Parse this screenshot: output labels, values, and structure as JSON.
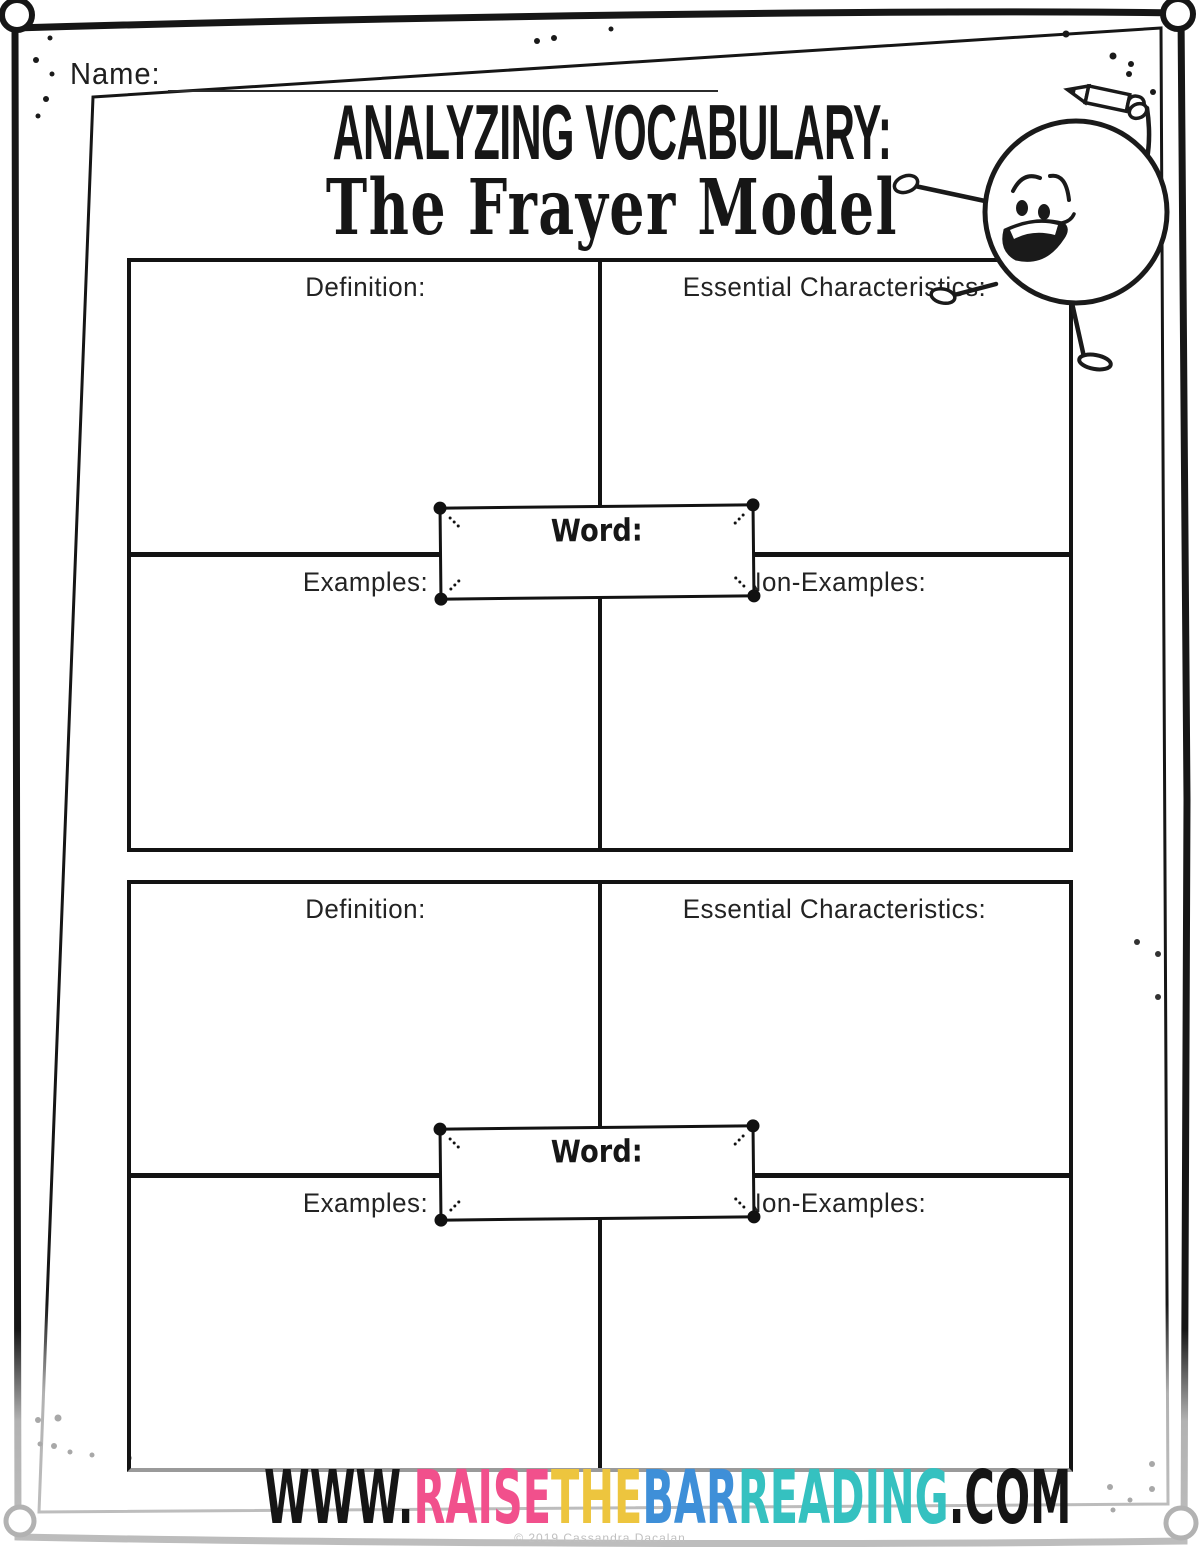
{
  "worksheet": {
    "name_label": "Name:",
    "title_line1": "ANALYZING VOCABULARY:",
    "title_line2": "The Frayer Model",
    "grids": [
      {
        "definition_label": "Definition:",
        "essential_label": "Essential Characteristics:",
        "examples_label": "Examples:",
        "non_examples_label": "Non-Examples:",
        "word_label": "Word:"
      },
      {
        "definition_label": "Definition:",
        "essential_label": "Essential Characteristics:",
        "examples_label": "Examples:",
        "non_examples_label": "Non-Examples:",
        "word_label": "Word:"
      }
    ]
  },
  "footer": {
    "url_segments": [
      {
        "text": "WWW.",
        "color": "#151515"
      },
      {
        "text": "RAISE",
        "color": "#f1508c"
      },
      {
        "text": "THE",
        "color": "#edc53e"
      },
      {
        "text": "BAR",
        "color": "#3e8fd8"
      },
      {
        "text": "READING",
        "color": "#35c1c0"
      },
      {
        "text": ".COM",
        "color": "#151515"
      }
    ],
    "copyright": "© 2019 Cassandra Dacalan"
  }
}
